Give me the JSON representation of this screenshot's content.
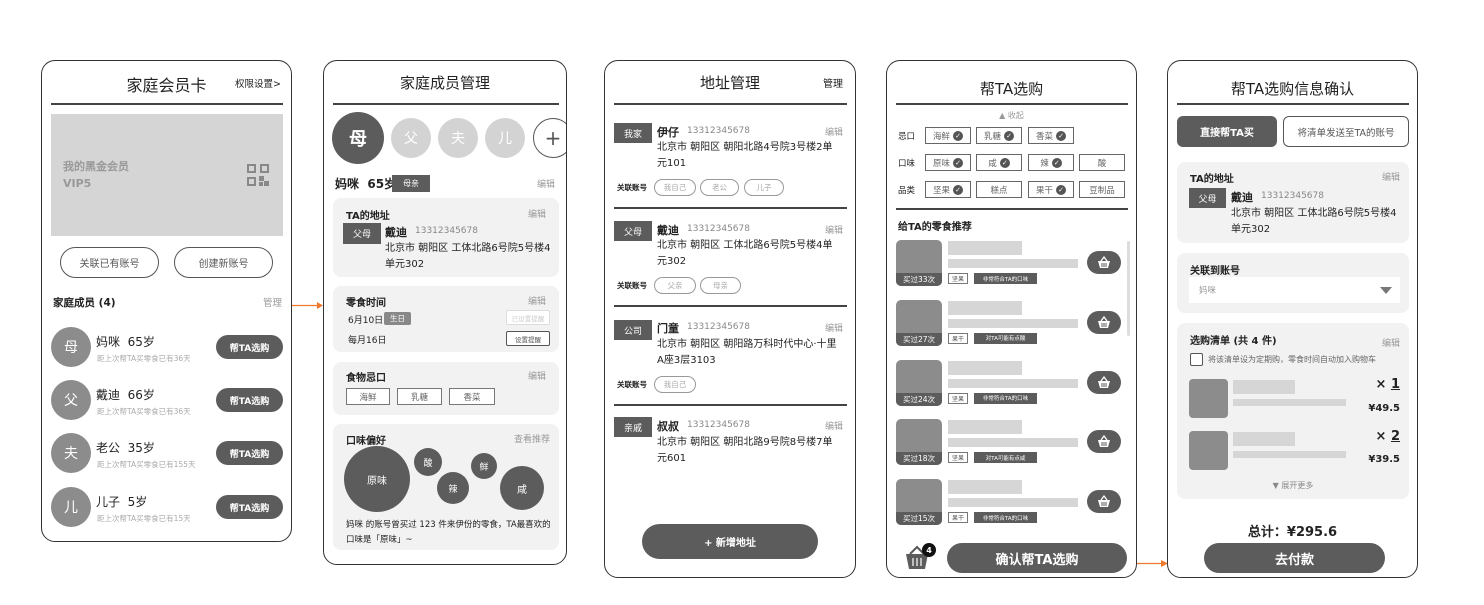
{
  "colors": {
    "accent": "#f07a2c",
    "dark": "#5c5c5c",
    "light": "#d3d3d3",
    "card": "#f2f2f2"
  },
  "s1": {
    "title": "家庭会员卡",
    "permission": "权限设置>",
    "card_title": "我的黑金会员",
    "card_level": "VIP5",
    "link_btn": "关联已有账号",
    "create_btn": "创建新账号",
    "members_title": "家庭成员 (4)",
    "manage": "管理",
    "help_btn": "帮TA选购",
    "members": [
      {
        "avatar": "母",
        "name": "妈咪  65岁",
        "since": "距上次帮TA买零食已有36天"
      },
      {
        "avatar": "父",
        "name": "戴迪  66岁",
        "since": "距上次帮TA买零食已有36天"
      },
      {
        "avatar": "夫",
        "name": "老公  35岁",
        "since": "距上次帮TA买零食已有155天"
      },
      {
        "avatar": "儿",
        "name": "儿子  5岁",
        "since": "距上次帮TA买零食已有15天"
      }
    ]
  },
  "s2": {
    "title": "家庭成员管理",
    "avatars": [
      "母",
      "父",
      "夫",
      "儿"
    ],
    "add": "+",
    "name": "妈咪  65岁",
    "relation": "母亲",
    "edit": "编辑",
    "address": {
      "title": "TA的地址",
      "tag": "父母",
      "name": "戴迪",
      "phone": "13312345678",
      "addr": "北京市 朝阳区 工体北路6号院5号楼4单元302"
    },
    "snack_time": {
      "title": "零食时间",
      "date1": "6月10日",
      "badge": "生日",
      "btn1": "已设置提醒",
      "date2": "每月16日",
      "btn2": "设置提醒"
    },
    "taboo": {
      "title": "食物忌口",
      "tags": [
        "海鲜",
        "乳糖",
        "香菜"
      ]
    },
    "taste": {
      "title": "口味偏好",
      "link": "查看推荐",
      "bubbles": [
        "原味",
        "酸",
        "辣",
        "鲜",
        "咸"
      ],
      "summary": "妈咪 的账号曾买过 123 件来伊份的零食，TA最喜欢的口味是「原味」~"
    }
  },
  "s3": {
    "title": "地址管理",
    "manage": "管理",
    "edit": "编辑",
    "linked_label": "关联账号",
    "add_btn": "+ 新增地址",
    "entries": [
      {
        "tag": "我家",
        "name": "伊仔",
        "phone": "13312345678",
        "addr": "北京市 朝阳区 朝阳北路4号院3号楼2单元101",
        "linked": [
          "我自己",
          "老公",
          "儿子"
        ]
      },
      {
        "tag": "父母",
        "name": "戴迪",
        "phone": "13312345678",
        "addr": "北京市 朝阳区 工体北路6号院5号楼4单元302",
        "linked": [
          "父亲",
          "母亲"
        ]
      },
      {
        "tag": "公司",
        "name": "门童",
        "phone": "13312345678",
        "addr": "北京市 朝阳区 朝阳路万科时代中心·十里A座3层3103",
        "linked": [
          "我自己"
        ]
      },
      {
        "tag": "亲戚",
        "name": "叔叔",
        "phone": "13312345678",
        "addr": "北京市 朝阳区 朝阳北路9号院8号楼7单元601"
      }
    ]
  },
  "s4": {
    "title": "帮TA选购",
    "collapse": "▲ 收起",
    "filters": [
      {
        "label": "忌口",
        "chips": [
          {
            "t": "海鲜",
            "c": true
          },
          {
            "t": "乳糖",
            "c": true
          },
          {
            "t": "香菜",
            "c": true
          }
        ]
      },
      {
        "label": "口味",
        "chips": [
          {
            "t": "原味",
            "c": true
          },
          {
            "t": "咸",
            "c": true
          },
          {
            "t": "辣",
            "c": true
          },
          {
            "t": "酸",
            "c": false
          }
        ]
      },
      {
        "label": "品类",
        "chips": [
          {
            "t": "坚果",
            "c": true
          },
          {
            "t": "糕点",
            "c": false
          },
          {
            "t": "果干",
            "c": true
          },
          {
            "t": "豆制品",
            "c": false
          }
        ]
      }
    ],
    "rec_title": "给TA的零食推荐",
    "items": [
      {
        "bought": "买过33次",
        "cat": "坚果",
        "note": "非常符合TA的口味"
      },
      {
        "bought": "买过27次",
        "cat": "果干",
        "note": "对TA可能有点酸"
      },
      {
        "bought": "买过24次",
        "cat": "坚果",
        "note": "非常符合TA的口味"
      },
      {
        "bought": "买过18次",
        "cat": "坚果",
        "note": "对TA可能有点咸"
      },
      {
        "bought": "买过15次",
        "cat": "果干",
        "note": "非常符合TA的口味"
      }
    ],
    "cart_count": "4",
    "confirm": "确认帮TA选购"
  },
  "s5": {
    "title": "帮TA选购信息确认",
    "tab1": "直接帮TA买",
    "tab2": "将清单发送至TA的账号",
    "address": {
      "title": "TA的地址",
      "edit": "编辑",
      "tag": "父母",
      "name": "戴迪",
      "phone": "13312345678",
      "addr": "北京市 朝阳区 工体北路6号院5号楼4单元302"
    },
    "account": {
      "title": "关联到账号",
      "value": "妈咪"
    },
    "list": {
      "title": "选购清单 (共 4 件)",
      "edit": "编辑",
      "subscribe": "将该清单设为定期购，零食时间自动加入购物车",
      "items": [
        {
          "qty": "1",
          "price": "¥49.5"
        },
        {
          "qty": "2",
          "price": "¥39.5"
        }
      ],
      "expand": "▼ 展开更多"
    },
    "total": "总计：¥295.6",
    "pay": "去付款"
  }
}
